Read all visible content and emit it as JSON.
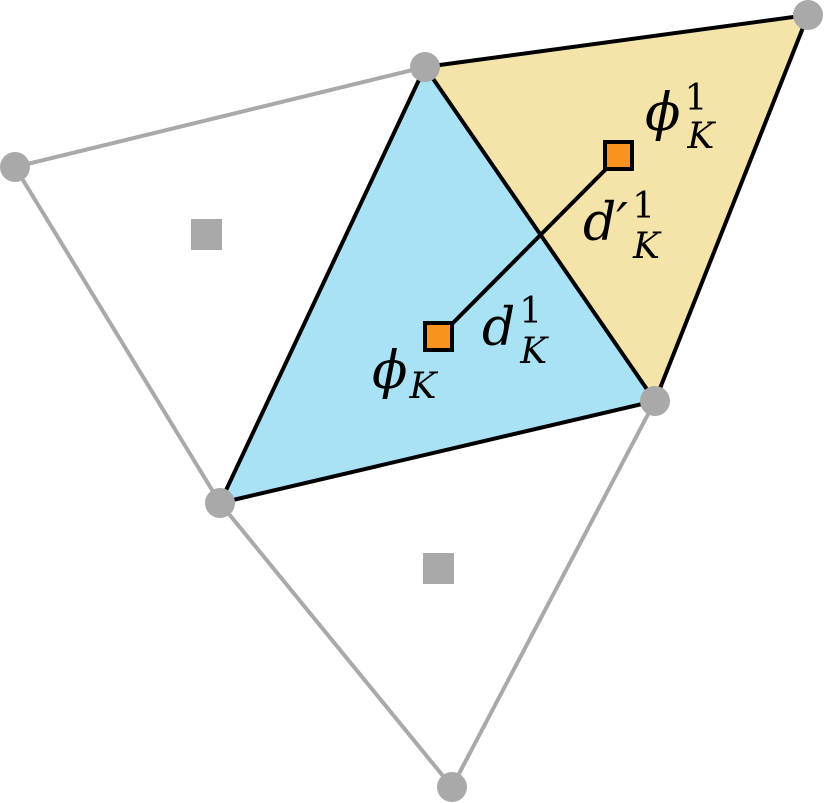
{
  "colors": {
    "background": "#ffffff",
    "center_triangle_fill": "#aae2f5",
    "neighbor_triangle_fill": "#f5e4a9",
    "center_edge": "#000000",
    "outer_edge": "#a9a9a9",
    "vertex_dot": "#a9a9a9",
    "cell_marker_active": "#f7931e",
    "cell_marker_inactive": "#a9a9a9"
  },
  "labels": {
    "phi_K": {
      "base": "ϕ",
      "subscript": "K",
      "superscript": ""
    },
    "phi_K1": {
      "base": "ϕ",
      "subscript": "K",
      "superscript": "1"
    },
    "d_K1": {
      "base": "d",
      "subscript": "K",
      "superscript": "1"
    },
    "d_prime_K1": {
      "base": "d′",
      "subscript": "K",
      "superscript": "1"
    }
  },
  "icons": {
    "vertex": "vertex-dot-icon",
    "marker": "cell-center-marker-icon"
  }
}
